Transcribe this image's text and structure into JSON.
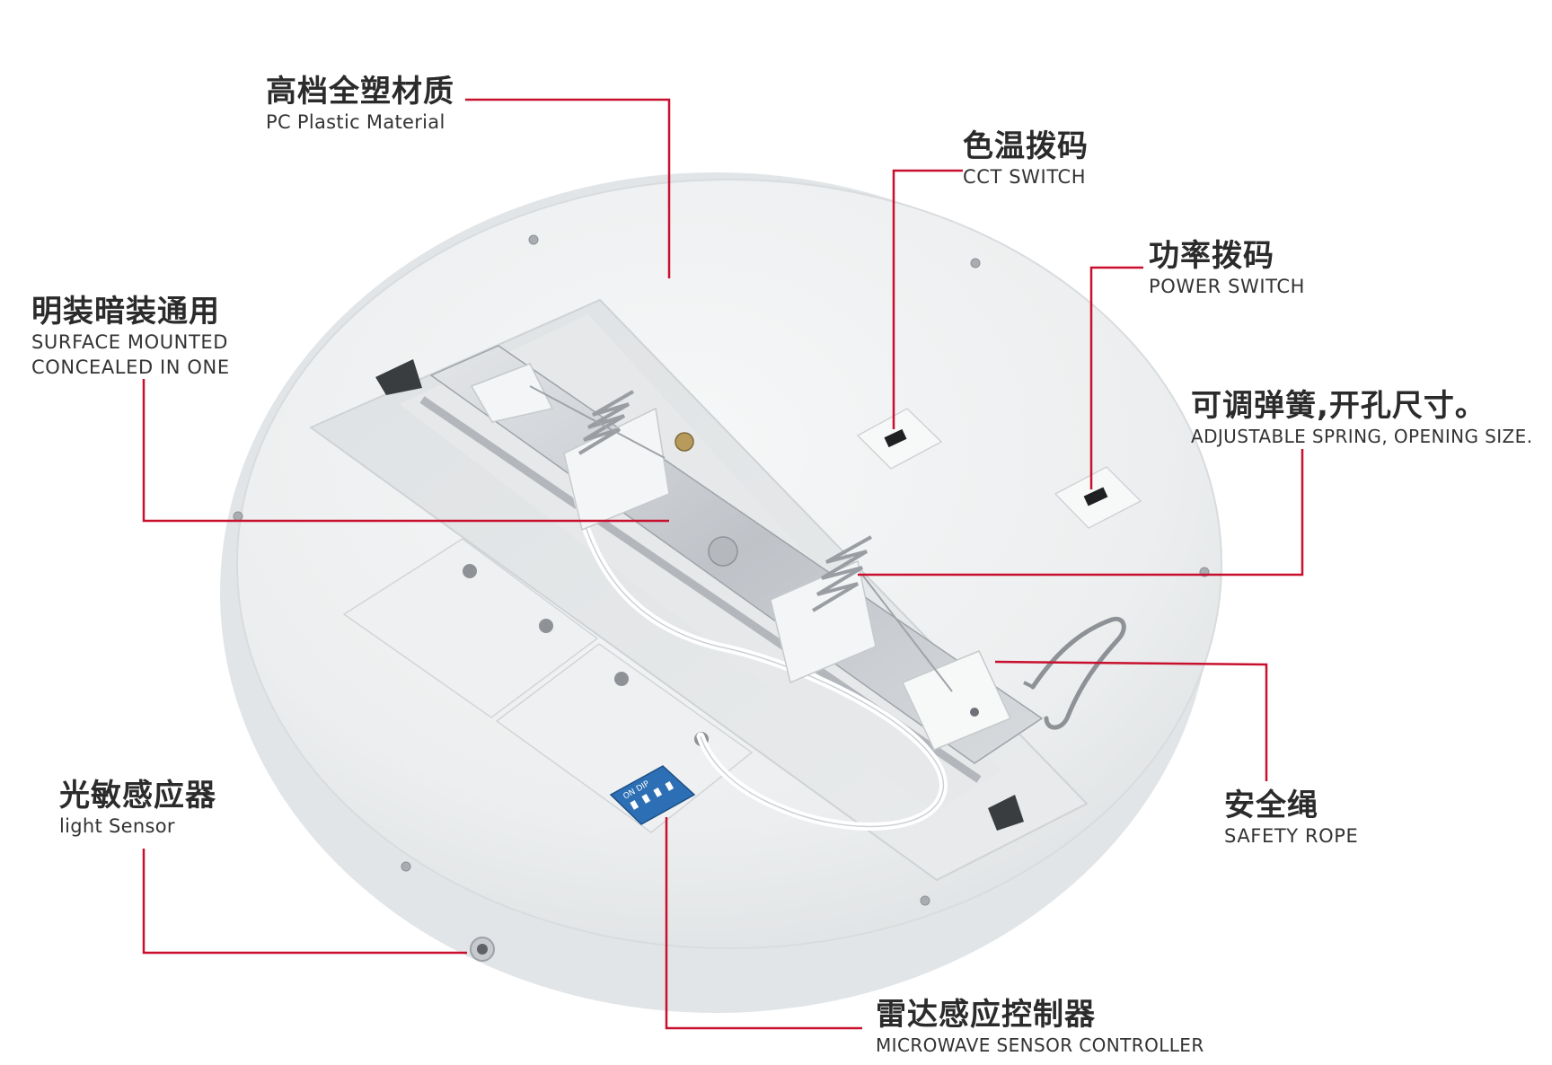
{
  "colors": {
    "leader_line": "#c8102e",
    "lamp_body": "#eceeef",
    "lamp_edge": "#d9dcde",
    "metal": "#c9ccd0",
    "switch": "#2c6fb5",
    "text": "#2b2b2b"
  },
  "callouts": {
    "material": {
      "zh": "高档全塑材质",
      "en": "PC Plastic Material"
    },
    "cct": {
      "zh": "色温拨码",
      "en": "CCT SWITCH"
    },
    "power": {
      "zh": "功率拨码",
      "en": "POWER SWITCH"
    },
    "mounting": {
      "zh": "明装暗装通用",
      "en_line1": "SURFACE MOUNTED",
      "en_line2": "CONCEALED IN ONE"
    },
    "spring": {
      "zh": "可调弹簧,开孔尺寸。",
      "en": "ADJUSTABLE SPRING, OPENING SIZE."
    },
    "rope": {
      "zh": "安全绳",
      "en": "SAFETY ROPE"
    },
    "light_sensor": {
      "zh": "光敏感应器",
      "en": "light Sensor"
    },
    "microwave": {
      "zh": "雷达感应控制器",
      "en": "MICROWAVE SENSOR CONTROLLER"
    }
  },
  "dip_switch": {
    "label": "ON DIP",
    "positions": [
      "1",
      "2",
      "3",
      "4"
    ]
  }
}
